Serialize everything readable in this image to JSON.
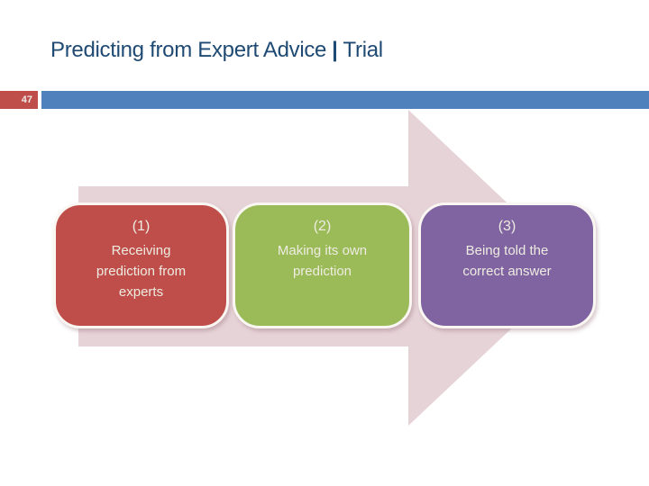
{
  "slide": {
    "page_number": "47",
    "title": {
      "main": "Predicting from Expert Advice",
      "separator": "|",
      "sub": "Trial"
    }
  },
  "process": {
    "steps": [
      {
        "number": "(1)",
        "text": "Receiving\nprediction from\nexperts",
        "color": "#bf4e4b"
      },
      {
        "number": "(2)",
        "text": "Making its own\nprediction",
        "color": "#9bbb59"
      },
      {
        "number": "(3)",
        "text": "Being told the\ncorrect answer",
        "color": "#8064a2"
      }
    ]
  },
  "colors": {
    "title_text": "#1f4a73",
    "header_bar": "#4f81bd",
    "page_badge_bg": "#bf4e4b",
    "page_number_text": "#f0e9e4",
    "arrow_fill": "#e6d3d8",
    "box_outline": "#faf7f3",
    "box_text": "#eeece1",
    "background": "#ffffff"
  }
}
